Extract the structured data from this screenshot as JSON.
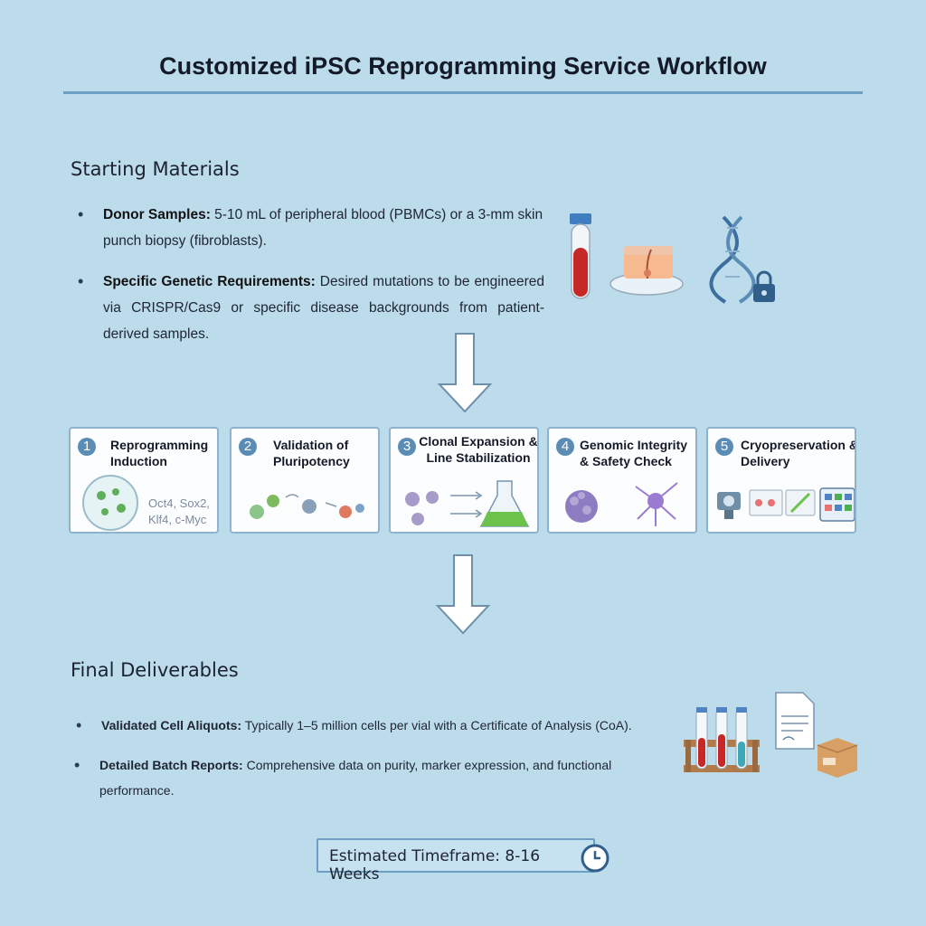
{
  "title": "Customized iPSC Reprogramming Service Workflow",
  "starting": {
    "heading": "Starting Materials",
    "items": [
      {
        "label": "Donor Samples:",
        "text": "5-10 mL of peripheral blood (PBMCs) or a 3-mm skin punch biopsy (fibroblasts)."
      },
      {
        "label": "Specific Genetic Requirements:",
        "text": "Desired mutations to be engineered via CRISPR/Cas9 or specific disease backgrounds from patient-derived samples."
      }
    ]
  },
  "steps": [
    {
      "num": "1",
      "label": "Reprogramming Induction",
      "extra": "Oct4, Sox2, Klf4, c-Myc"
    },
    {
      "num": "2",
      "label": "Validation of Pluripotency"
    },
    {
      "num": "3",
      "label": "Clonal Expansion & Line Stabilization"
    },
    {
      "num": "4",
      "label": "Genomic Integrity & Safety Check"
    },
    {
      "num": "5",
      "label": "Cryopreservation & Delivery"
    }
  ],
  "deliverables": {
    "heading": "Final Deliverables",
    "items": [
      {
        "label": "Validated Cell Aliquots:",
        "text": "Typically 1–5 million cells per vial with a Certificate of Analysis (CoA)."
      },
      {
        "label": "Detailed Batch Reports:",
        "text": "Comprehensive data on purity, marker expression, and functional performance."
      }
    ]
  },
  "timeframe": "Estimated Timeframe: 8-16 Weeks",
  "colors": {
    "accent": "#5b8cb5",
    "background": "#bcdcec",
    "card_border": "#8fb3cd"
  },
  "icons": [
    "blood-tube-icon",
    "skin-biopsy-icon",
    "dna-lock-icon",
    "cell-dish-icon",
    "flask-icon",
    "neuron-icon",
    "lab-equipment-icon",
    "test-tube-rack-icon",
    "document-icon",
    "box-icon",
    "clock-icon"
  ]
}
